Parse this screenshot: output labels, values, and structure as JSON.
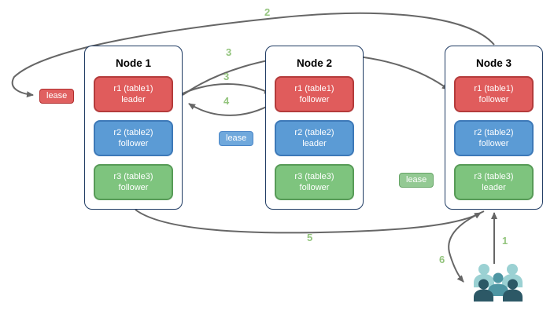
{
  "nodes": [
    {
      "title": "Node 1",
      "replicas": [
        {
          "name": "r1 (table1)",
          "role": "leader",
          "color": "red"
        },
        {
          "name": "r2 (table2)",
          "role": "follower",
          "color": "blue"
        },
        {
          "name": "r3 (table3)",
          "role": "follower",
          "color": "green"
        }
      ]
    },
    {
      "title": "Node 2",
      "replicas": [
        {
          "name": "r1 (table1)",
          "role": "follower",
          "color": "red"
        },
        {
          "name": "r2 (table2)",
          "role": "leader",
          "color": "blue"
        },
        {
          "name": "r3 (table3)",
          "role": "follower",
          "color": "green"
        }
      ]
    },
    {
      "title": "Node 3",
      "replicas": [
        {
          "name": "r1 (table1)",
          "role": "follower",
          "color": "red"
        },
        {
          "name": "r2 (table2)",
          "role": "follower",
          "color": "blue"
        },
        {
          "name": "r3 (table3)",
          "role": "leader",
          "color": "green"
        }
      ]
    }
  ],
  "leases": [
    {
      "label": "lease",
      "color": "red"
    },
    {
      "label": "lease",
      "color": "blue"
    },
    {
      "label": "lease",
      "color": "green"
    }
  ],
  "arrows": [
    {
      "label": "1",
      "from": "clients",
      "to": "node-3"
    },
    {
      "label": "2",
      "from": "node-3",
      "to": "red-lease"
    },
    {
      "label": "3",
      "from": "node-1-r1-leader",
      "to": "node-3-r1-follower"
    },
    {
      "label": "3",
      "from": "node-1-r1-leader",
      "to": "node-2-r1-follower"
    },
    {
      "label": "4",
      "from": "node-2-r1-follower",
      "to": "node-1-r1-leader"
    },
    {
      "label": "5",
      "from": "node-1",
      "to": "node-3"
    },
    {
      "label": "6",
      "from": "node-3",
      "to": "clients"
    }
  ],
  "icons": {
    "clients": "users-group-icon"
  },
  "colors": {
    "red-fill": "#E05C5C",
    "red-stroke": "#B43B3B",
    "blue-fill": "#5B9BD5",
    "blue-stroke": "#3D79B8",
    "green-fill": "#7EC47E",
    "green-stroke": "#579B57",
    "lease-red-fill": "#E06060",
    "lease-red-stroke": "#B02E2E",
    "lease-blue-fill": "#6FA8DC",
    "lease-blue-stroke": "#4A86C8",
    "lease-green-fill": "#93C993",
    "lease-green-stroke": "#68A668",
    "node-stroke": "#1F3B63",
    "arrow": "#666666",
    "step": "#93C47D",
    "users-light": "#9BD1D3",
    "users-mid": "#4E96A3",
    "users-dark": "#2C5866",
    "background": "#FFFFFF"
  }
}
